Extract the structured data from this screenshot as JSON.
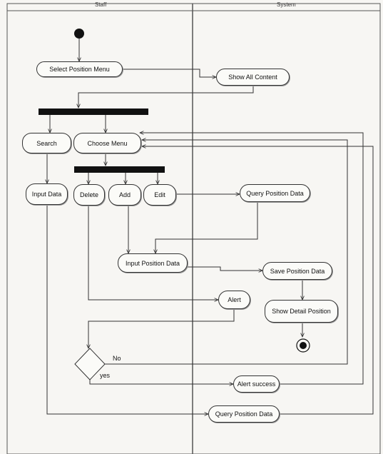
{
  "lanes": {
    "left": "Staff",
    "right": "System"
  },
  "nodes": {
    "select_position_menu": "Select Position Menu",
    "show_all_content": "Show All Content",
    "search": "Search",
    "choose_menu": "Choose Menu",
    "input_data": "Input Data",
    "delete": "Delete",
    "add": "Add",
    "edit": "Edit",
    "query_position_data_top": "Query Position Data",
    "input_position_data": "Input Position Data",
    "save_position_data": "Save Position Data",
    "alert": "Alert",
    "show_detail_position": "Show Detail Position",
    "alert_success": "Alert success",
    "query_position_data_bottom": "Query Position Data"
  },
  "decision": {
    "no": "No",
    "yes": "yes"
  },
  "colors": {
    "line": "#333333",
    "bar": "#111111"
  }
}
